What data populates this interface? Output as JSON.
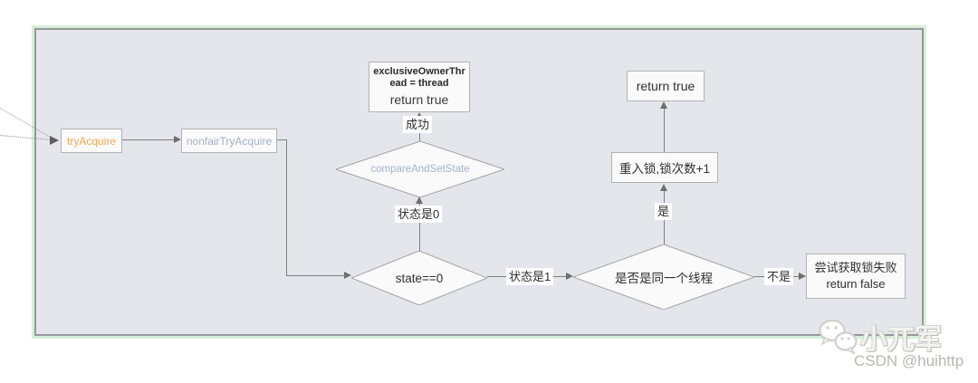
{
  "diagram": {
    "nodes": {
      "try_acquire": "tryAcquire",
      "nonfair_try_acquire": "nonfairTryAcquire",
      "exclusive_owner_line1": "exclusiveOwnerThr",
      "exclusive_owner_line2": "ead = thread",
      "exclusive_owner_line3": "return true",
      "compare_and_set_state": "compareAndSetState",
      "state_check": "state==0",
      "same_thread_check": "是否是同一个线程",
      "reentrant_lock": "重入锁,锁次数+1",
      "return_true": "return true",
      "fail_line1": "尝试获取锁失败",
      "fail_line2": "return false"
    },
    "edge_labels": {
      "success": "成功",
      "state_is_0": "状态是0",
      "state_is_1": "状态是1",
      "yes": "是",
      "no": "不是"
    },
    "colors": {
      "panel_fill": "#e5e5ec",
      "panel_border": "#97979b",
      "panel_outline_green": "#d9eed9",
      "node_fill": "#fafafa",
      "node_border": "#b3b3b3",
      "connector": "#7f7f7f",
      "accent_orange": "#f2a952",
      "accent_blue_gray": "#a3b2c9",
      "text_dark": "#2f2f2f"
    }
  },
  "watermark": {
    "name": "小兀军",
    "csdn": "CSDN @huihttp"
  }
}
